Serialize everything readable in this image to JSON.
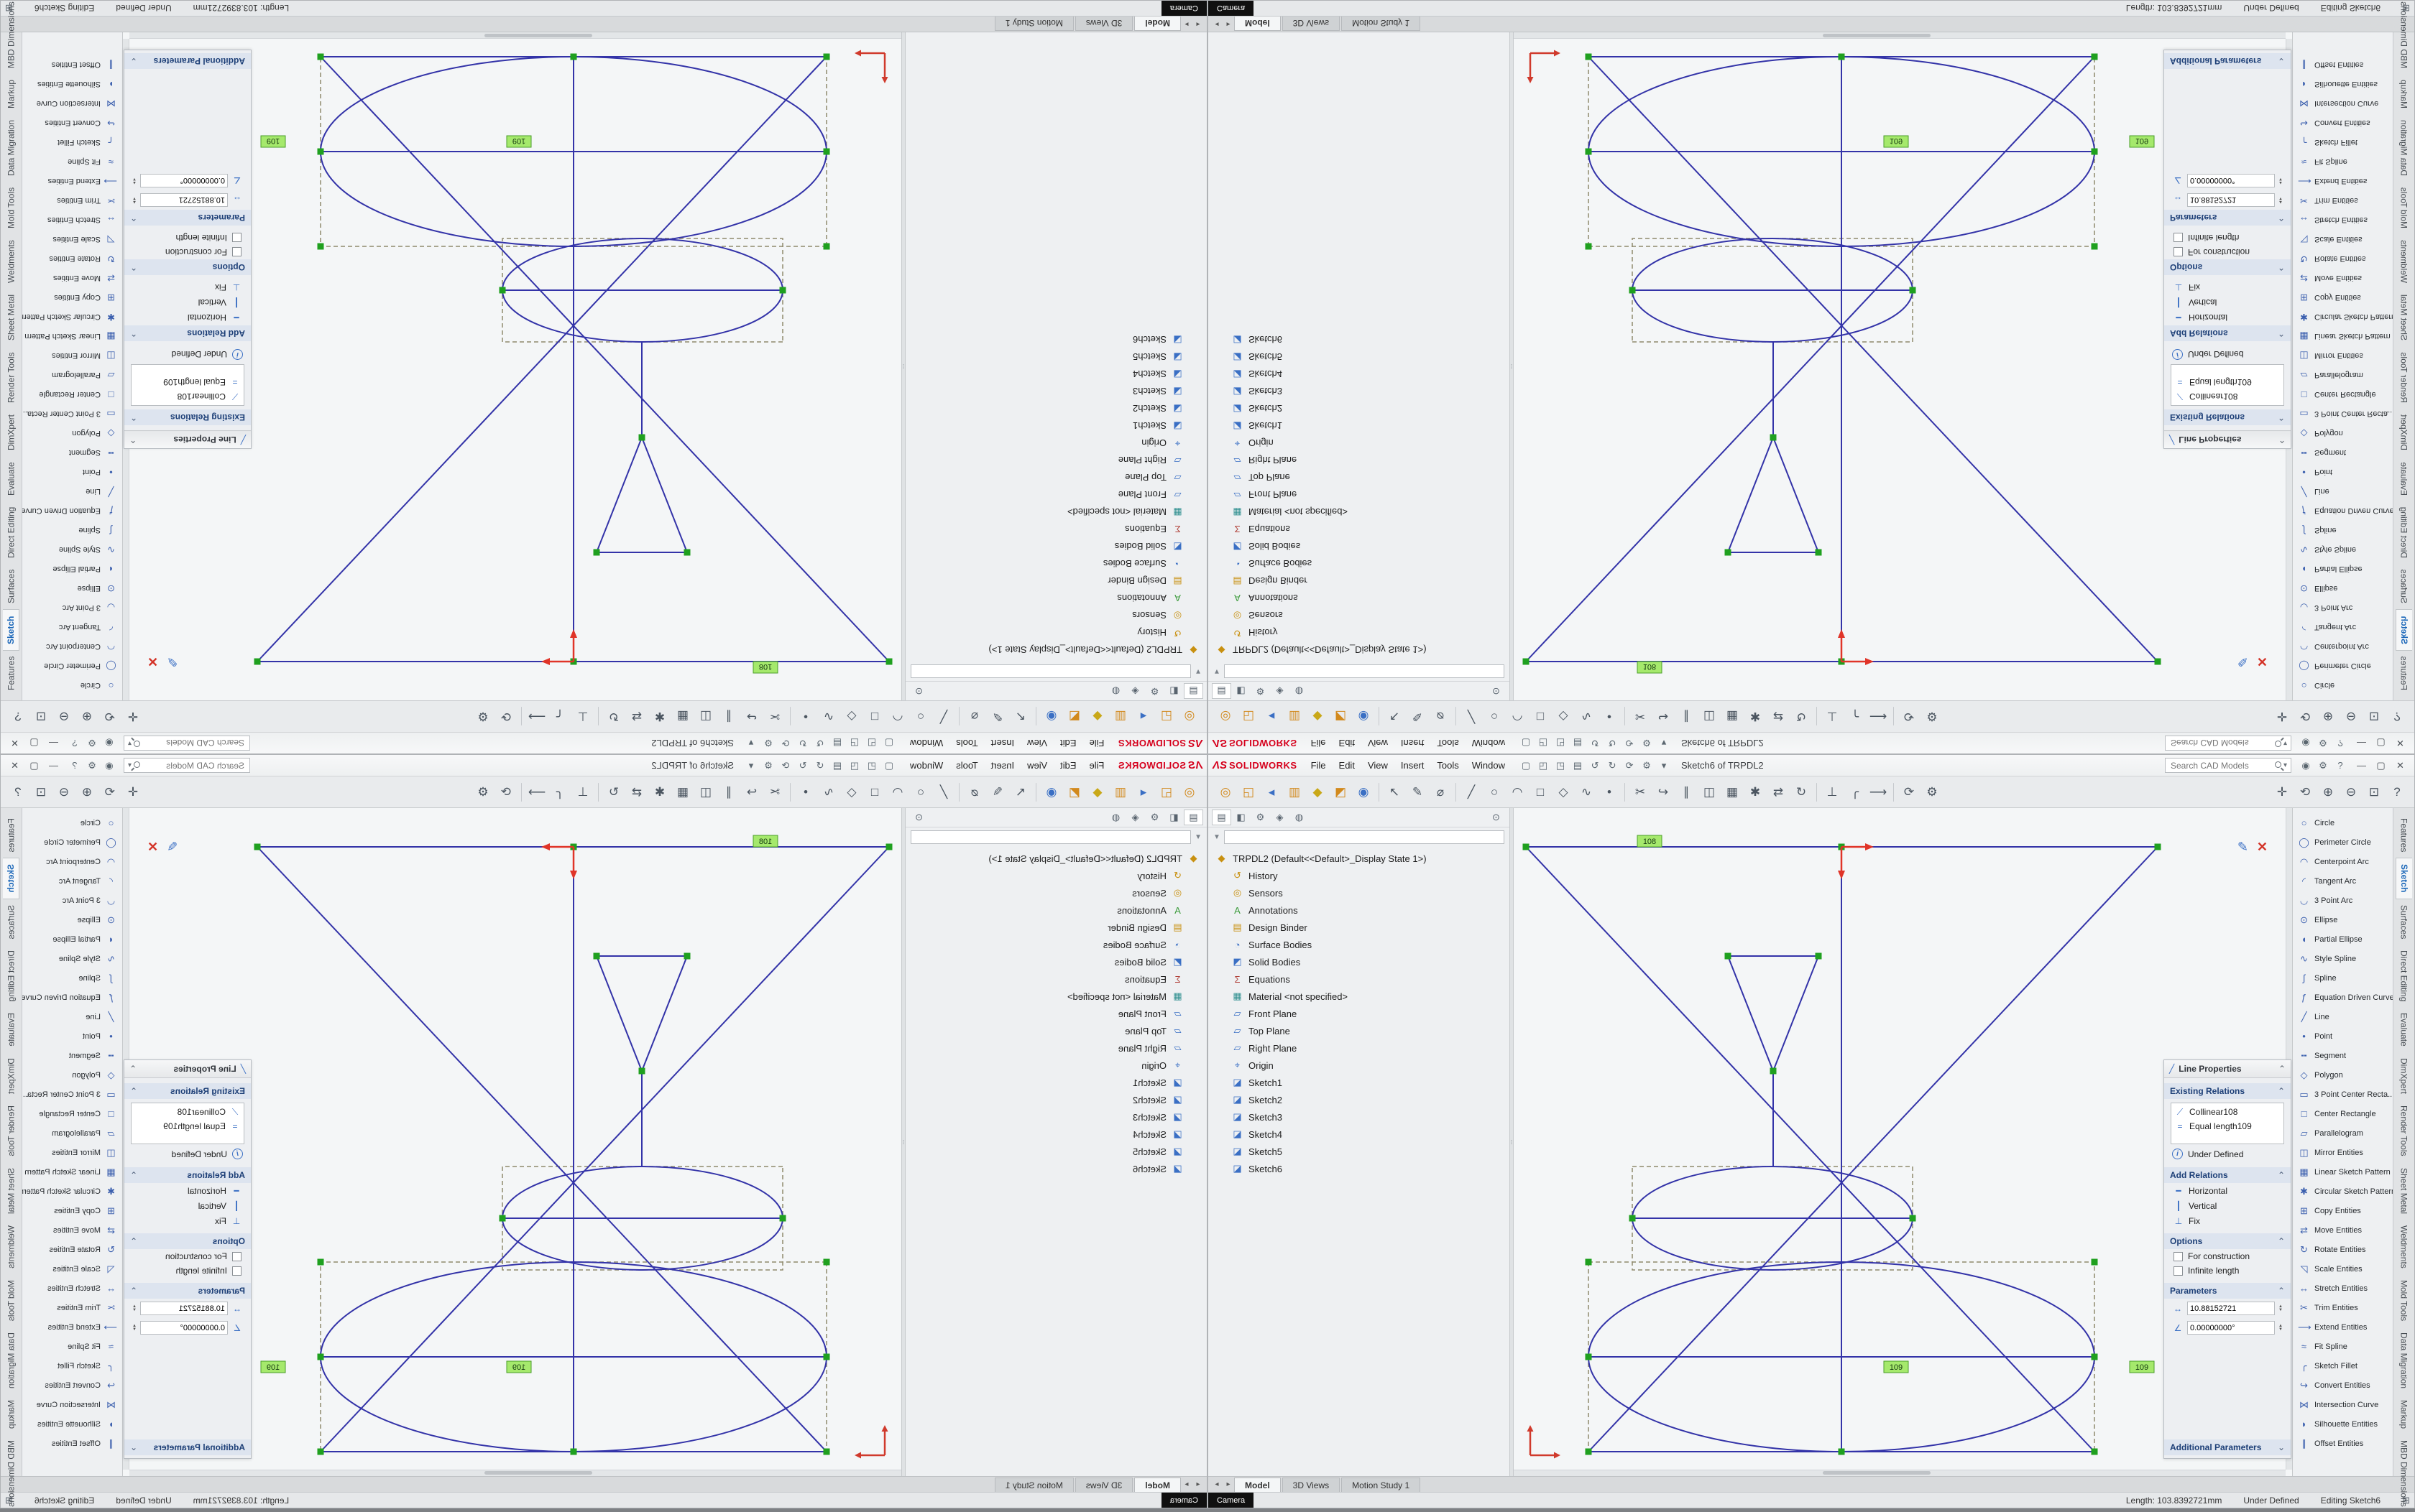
{
  "titlebar": {
    "logo_ds": "ΛS",
    "logo_text": "SOLIDWORKS",
    "menus": [
      {
        "name": "menu-file",
        "label": "File"
      },
      {
        "name": "menu-edit",
        "label": "Edit"
      },
      {
        "name": "menu-view",
        "label": "View"
      },
      {
        "name": "menu-insert",
        "label": "Insert"
      },
      {
        "name": "menu-tools",
        "label": "Tools"
      },
      {
        "name": "menu-window",
        "label": "Window"
      }
    ],
    "quick_icons": [
      {
        "name": "new-document-button",
        "glyph": "▢"
      },
      {
        "name": "open-document-button",
        "glyph": "◰"
      },
      {
        "name": "save-button",
        "glyph": "◳"
      },
      {
        "name": "print-button",
        "glyph": "▤"
      },
      {
        "name": "undo-button",
        "glyph": "↺"
      },
      {
        "name": "redo-button",
        "glyph": "↻"
      },
      {
        "name": "rebuild-button",
        "glyph": "⟳"
      },
      {
        "name": "options-button",
        "glyph": "⚙"
      },
      {
        "name": "quick-access-dropdown",
        "glyph": "▾"
      }
    ],
    "doc_title": "Sketch6 of TRPDL2",
    "search_placeholder": "Search CAD Models",
    "right_icons": [
      {
        "name": "user-account-button",
        "glyph": "◉"
      },
      {
        "name": "settings-button",
        "glyph": "⚙"
      },
      {
        "name": "help-button",
        "glyph": "?"
      }
    ],
    "window_buttons": [
      {
        "name": "minimize-button",
        "glyph": "—"
      },
      {
        "name": "restore-button",
        "glyph": "▢"
      },
      {
        "name": "close-button",
        "glyph": "✕"
      }
    ]
  },
  "toolbar": {
    "icons": [
      {
        "name": "zoom-fit-button",
        "glyph": "◎",
        "cls": "c-orange"
      },
      {
        "name": "zoom-area-button",
        "glyph": "◱",
        "cls": "c-orange"
      },
      {
        "name": "previous-view-button",
        "glyph": "◂",
        "cls": "c-blue"
      },
      {
        "name": "section-view-button",
        "glyph": "▥",
        "cls": "c-orange"
      },
      {
        "name": "view-orientation-button",
        "glyph": "◆",
        "cls": "c-yellow"
      },
      {
        "name": "display-style-button",
        "glyph": "◩",
        "cls": "c-orange"
      },
      {
        "name": "hide-show-items-button",
        "glyph": "◉",
        "cls": "c-blue"
      },
      {
        "name": "toolbar-separator-1",
        "cls": "vsep",
        "interactable": false
      },
      {
        "name": "select-button",
        "glyph": "↖"
      },
      {
        "name": "sketch-button",
        "glyph": "✎"
      },
      {
        "name": "smart-dimension-button",
        "glyph": "⌀"
      },
      {
        "name": "toolbar-separator-2",
        "cls": "vsep",
        "interactable": false
      },
      {
        "name": "line-tool-button",
        "glyph": "╱"
      },
      {
        "name": "circle-tool-button",
        "glyph": "○"
      },
      {
        "name": "arc-tool-button",
        "glyph": "◠"
      },
      {
        "name": "rectangle-tool-button",
        "glyph": "□"
      },
      {
        "name": "polygon-tool-button",
        "glyph": "◇"
      },
      {
        "name": "spline-tool-button",
        "glyph": "∿"
      },
      {
        "name": "point-tool-button",
        "glyph": "•"
      },
      {
        "name": "toolbar-separator-3",
        "cls": "vsep",
        "interactable": false
      },
      {
        "name": "trim-entities-button",
        "glyph": "✂"
      },
      {
        "name": "convert-entities-button",
        "glyph": "↪"
      },
      {
        "name": "offset-entities-button",
        "glyph": "∥"
      },
      {
        "name": "mirror-entities-button",
        "glyph": "◫"
      },
      {
        "name": "linear-pattern-button",
        "glyph": "▦"
      },
      {
        "name": "circular-pattern-button",
        "glyph": "✱"
      },
      {
        "name": "move-entities-button",
        "glyph": "⇄"
      },
      {
        "name": "rotate-entities-button",
        "glyph": "↻"
      },
      {
        "name": "toolbar-separator-4",
        "cls": "vsep",
        "interactable": false
      },
      {
        "name": "display-relations-button",
        "glyph": "⊥"
      },
      {
        "name": "sketch-fillet-button",
        "glyph": "╭"
      },
      {
        "name": "extend-entities-button",
        "glyph": "⟶"
      },
      {
        "name": "toolbar-separator-5",
        "cls": "vsep",
        "interactable": false
      },
      {
        "name": "force-rebuild-button",
        "glyph": "⟳"
      },
      {
        "name": "document-properties-button",
        "glyph": "⚙"
      },
      {
        "name": "toolbar-flex-spacer",
        "cls": "push",
        "interactable": false
      },
      {
        "name": "pan-button",
        "glyph": "✛"
      },
      {
        "name": "rotate-view-button",
        "glyph": "⟲"
      },
      {
        "name": "zoom-in-button",
        "glyph": "⊕"
      },
      {
        "name": "zoom-out-button",
        "glyph": "⊖"
      },
      {
        "name": "zoom-window-button",
        "glyph": "⊡"
      },
      {
        "name": "toolbar-help-button",
        "glyph": "?"
      }
    ]
  },
  "tree": {
    "tabs": [
      {
        "name": "featuremanager-tab",
        "glyph": "▤",
        "cls": "active"
      },
      {
        "name": "propertymanager-tab",
        "glyph": "◧"
      },
      {
        "name": "configurationmanager-tab",
        "glyph": "⚙"
      },
      {
        "name": "dimxpertmanager-tab",
        "glyph": "◈"
      },
      {
        "name": "displaymanager-tab",
        "glyph": "◍"
      },
      {
        "name": "panel-pin",
        "glyph": "⊙",
        "cls": "pin"
      }
    ],
    "items": [
      {
        "name": "tree-item-part",
        "glyph": "◆",
        "icls": "ic-gold",
        "label": "TRPDL2 (Default<<Default>_Display State 1>)",
        "cls": "ind0"
      },
      {
        "name": "tree-item-history",
        "glyph": "↺",
        "icls": "ic-gold",
        "label": "History",
        "cls": "ind1"
      },
      {
        "name": "tree-item-sensors",
        "glyph": "◎",
        "icls": "ic-gold",
        "label": "Sensors",
        "cls": "ind1"
      },
      {
        "name": "tree-item-annotations",
        "glyph": "A",
        "icls": "ic-green",
        "label": "Annotations",
        "cls": "ind1"
      },
      {
        "name": "tree-item-design-binder",
        "glyph": "▤",
        "icls": "ic-gold",
        "label": "Design Binder",
        "cls": "ind1"
      },
      {
        "name": "tree-item-surface-bodies",
        "glyph": "◔",
        "icls": "ic-blue",
        "label": "Surface Bodies",
        "cls": "ind1"
      },
      {
        "name": "tree-item-solid-bodies",
        "glyph": "◩",
        "icls": "ic-blue",
        "label": "Solid Bodies",
        "cls": "ind1"
      },
      {
        "name": "tree-item-equations",
        "glyph": "Σ",
        "icls": "ic-red",
        "label": "Equations",
        "cls": "ind1"
      },
      {
        "name": "tree-item-material",
        "glyph": "▦",
        "icls": "ic-teal",
        "label": "Material <not specified>",
        "cls": "ind1"
      },
      {
        "name": "tree-item-front-plane",
        "glyph": "▱",
        "icls": "ic-blue",
        "label": "Front Plane",
        "cls": "ind1"
      },
      {
        "name": "tree-item-top-plane",
        "glyph": "▱",
        "icls": "ic-blue",
        "label": "Top Plane",
        "cls": "ind1"
      },
      {
        "name": "tree-item-right-plane",
        "glyph": "▱",
        "icls": "ic-blue",
        "label": "Right Plane",
        "cls": "ind1"
      },
      {
        "name": "tree-item-origin",
        "glyph": "⌖",
        "icls": "ic-blue",
        "label": "Origin",
        "cls": "ind1"
      },
      {
        "name": "tree-item-sketch1",
        "glyph": "◪",
        "icls": "ic-blue",
        "label": "Sketch1",
        "cls": "ind1"
      },
      {
        "name": "tree-item-sketch2",
        "glyph": "◪",
        "icls": "ic-blue",
        "label": "Sketch2",
        "cls": "ind1"
      },
      {
        "name": "tree-item-sketch3",
        "glyph": "◪",
        "icls": "ic-blue",
        "label": "Sketch3",
        "cls": "ind1"
      },
      {
        "name": "tree-item-sketch4",
        "glyph": "◪",
        "icls": "ic-blue",
        "label": "Sketch4",
        "cls": "ind1"
      },
      {
        "name": "tree-item-sketch5",
        "glyph": "◪",
        "icls": "ic-blue",
        "label": "Sketch5",
        "cls": "ind1"
      },
      {
        "name": "tree-item-sketch6",
        "glyph": "◪",
        "icls": "ic-blue",
        "label": "Sketch6",
        "cls": "ind1"
      }
    ]
  },
  "tools": {
    "items": [
      {
        "name": "tool-circle",
        "glyph": "○",
        "label": "Circle"
      },
      {
        "name": "tool-perimeter-circle",
        "glyph": "◯",
        "label": "Perimeter Circle"
      },
      {
        "name": "tool-centerpoint-arc",
        "glyph": "◠",
        "label": "Centerpoint Arc"
      },
      {
        "name": "tool-tangent-arc",
        "glyph": "◜",
        "label": "Tangent Arc"
      },
      {
        "name": "tool-3-point-arc",
        "glyph": "◡",
        "label": "3 Point Arc"
      },
      {
        "name": "tool-ellipse",
        "glyph": "⊙",
        "label": "Ellipse"
      },
      {
        "name": "tool-partial-ellipse",
        "glyph": "◖",
        "label": "Partial Ellipse"
      },
      {
        "name": "tool-style-spline",
        "glyph": "∿",
        "label": "Style Spline"
      },
      {
        "name": "tool-spline",
        "glyph": "∫",
        "label": "Spline"
      },
      {
        "name": "tool-equation-driven-curve",
        "glyph": "ƒ",
        "label": "Equation Driven Curve"
      },
      {
        "name": "tool-line",
        "glyph": "╱",
        "label": "Line"
      },
      {
        "name": "tool-point",
        "glyph": "•",
        "label": "Point"
      },
      {
        "name": "tool-segment",
        "glyph": "╍",
        "label": "Segment"
      },
      {
        "name": "tool-polygon",
        "glyph": "◇",
        "label": "Polygon"
      },
      {
        "name": "tool-3-point-center-rectangle",
        "glyph": "▭",
        "label": "3 Point Center Recta..."
      },
      {
        "name": "tool-center-rectangle",
        "glyph": "□",
        "label": "Center Rectangle"
      },
      {
        "name": "tool-parallelogram",
        "glyph": "▱",
        "label": "Parallelogram"
      },
      {
        "name": "tool-mirror-entities",
        "glyph": "◫",
        "label": "Mirror Entities"
      },
      {
        "name": "tool-linear-sketch-pattern",
        "glyph": "▦",
        "label": "Linear Sketch Pattern"
      },
      {
        "name": "tool-circular-sketch-pattern",
        "glyph": "✱",
        "label": "Circular Sketch Pattern"
      },
      {
        "name": "tool-copy-entities",
        "glyph": "⊞",
        "label": "Copy Entities"
      },
      {
        "name": "tool-move-entities",
        "glyph": "⇄",
        "label": "Move Entities"
      },
      {
        "name": "tool-rotate-entities",
        "glyph": "↻",
        "label": "Rotate Entities"
      },
      {
        "name": "tool-scale-entities",
        "glyph": "◹",
        "label": "Scale Entities"
      },
      {
        "name": "tool-stretch-entities",
        "glyph": "↔",
        "label": "Stretch Entities"
      },
      {
        "name": "tool-trim-entities",
        "glyph": "✂",
        "label": "Trim Entities"
      },
      {
        "name": "tool-extend-entities",
        "glyph": "⟶",
        "label": "Extend Entities"
      },
      {
        "name": "tool-fit-spline",
        "glyph": "≈",
        "label": "Fit Spline"
      },
      {
        "name": "tool-sketch-fillet",
        "glyph": "╭",
        "label": "Sketch Fillet"
      },
      {
        "name": "tool-convert-entities",
        "glyph": "↪",
        "label": "Convert Entities"
      },
      {
        "name": "tool-intersection-curve",
        "glyph": "⋈",
        "label": "Intersection Curve"
      },
      {
        "name": "tool-silhouette-entities",
        "glyph": "◗",
        "label": "Silhouette Entities"
      },
      {
        "name": "tool-offset-entities",
        "glyph": "∥",
        "label": "Offset Entities"
      }
    ]
  },
  "cmdtabs": {
    "items": [
      {
        "name": "cmdtab-features",
        "label": "Features"
      },
      {
        "name": "cmdtab-sketch",
        "label": "Sketch",
        "cls": "active"
      },
      {
        "name": "cmdtab-surfaces",
        "label": "Surfaces"
      },
      {
        "name": "cmdtab-direct-editing",
        "label": "Direct Editing"
      },
      {
        "name": "cmdtab-evaluate",
        "label": "Evaluate"
      },
      {
        "name": "cmdtab-dimxpert",
        "label": "DimXpert"
      },
      {
        "name": "cmdtab-render-tools",
        "label": "Render Tools"
      },
      {
        "name": "cmdtab-sheet-metal",
        "label": "Sheet Metal"
      },
      {
        "name": "cmdtab-weldments",
        "label": "Weldments"
      },
      {
        "name": "cmdtab-mold-tools",
        "label": "Mold Tools"
      },
      {
        "name": "cmdtab-data-migration",
        "label": "Data Migration"
      },
      {
        "name": "cmdtab-markup",
        "label": "Markup"
      },
      {
        "name": "cmdtab-mbd-dimensions",
        "label": "MBD Dimensions"
      }
    ]
  },
  "pm": {
    "header_icon": "╱",
    "title": "Line Properties",
    "sections": {
      "existing_relations": "Existing Relations",
      "add_relations": "Add Relations",
      "options": "Options",
      "parameters": "Parameters",
      "additional_parameters": "Additional Parameters"
    },
    "relations": [
      {
        "name": "relation-collinear108",
        "glyph": "⟋",
        "label": "Collinear108"
      },
      {
        "name": "relation-equal-length109",
        "glyph": "=",
        "label": "Equal length109"
      }
    ],
    "status_label": "Under Defined",
    "add_items": [
      {
        "name": "add-relation-horizontal",
        "glyph": "━",
        "label": "Horizontal"
      },
      {
        "name": "add-relation-vertical",
        "glyph": "┃",
        "label": "Vertical"
      },
      {
        "name": "add-relation-fix",
        "glyph": "⊥",
        "label": "Fix"
      }
    ],
    "option1": "For construction",
    "option2": "Infinite length",
    "param1_icon": "↔",
    "param1_value": "10.88152721",
    "param2_icon": "∠",
    "param2_value": "0.00000000°"
  },
  "doctabs": {
    "arrows": [
      {
        "name": "tabs-scroll-left",
        "glyph": "◂"
      },
      {
        "name": "tabs-scroll-right",
        "glyph": "▸"
      }
    ],
    "tabs": [
      {
        "name": "doctab-model",
        "label": "Model",
        "cls": "active"
      },
      {
        "name": "doctab-3d-views",
        "label": "3D Views"
      },
      {
        "name": "doctab-motion-study-1",
        "label": "Motion Study 1"
      }
    ]
  },
  "statusbar": {
    "chip": "Camera",
    "items": [
      {
        "name": "status-length",
        "label": "Length: 103.8392721mm",
        "interactable": false
      },
      {
        "name": "status-defined",
        "label": "Under Defined",
        "interactable": false
      },
      {
        "name": "status-editing",
        "label": "Editing Sketch6",
        "interactable": false
      },
      {
        "name": "status-quick-tips-button",
        "glyph": "⊞"
      }
    ]
  },
  "drawing": {
    "tag_top": "108",
    "tag_left": "109",
    "tag_right": "109"
  },
  "icons": {
    "dropdown": "▾",
    "chev_up": "⌃",
    "chev_down": "⌄",
    "funnel": "▼",
    "info": "i",
    "pencil": "✎",
    "close_x": "✕",
    "splitter_dots": "⁞"
  }
}
